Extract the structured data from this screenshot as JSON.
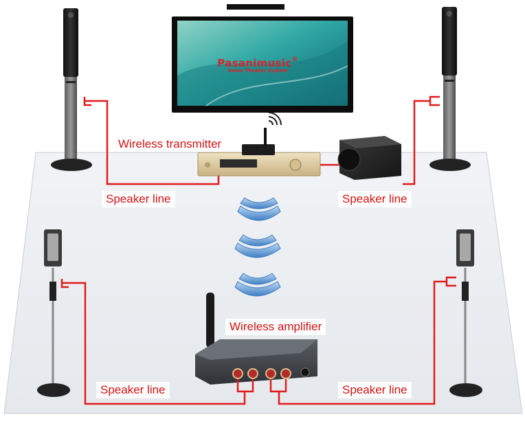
{
  "labels": {
    "wireless_transmitter": "Wireless transmitter",
    "wireless_amplifier": "Wireless amplifier",
    "speaker_line_top_left": "Speaker line",
    "speaker_line_top_right": "Speaker line",
    "speaker_line_bottom_left": "Speaker line",
    "speaker_line_bottom_right": "Speaker line"
  },
  "tv": {
    "brand": "Pasanimusic",
    "registered_mark": "®",
    "subtitle": "Home Theater System"
  },
  "colors": {
    "wire": "#e11b1b",
    "label_text": "#d21414",
    "wireless_wave": "#4f8fd0",
    "floor": "#eceff3",
    "screen": "#2fa7a4"
  },
  "icons": [
    "wireless-signal-icon",
    "speaker-icon",
    "subwoofer-icon",
    "tv-icon",
    "amplifier-icon"
  ]
}
